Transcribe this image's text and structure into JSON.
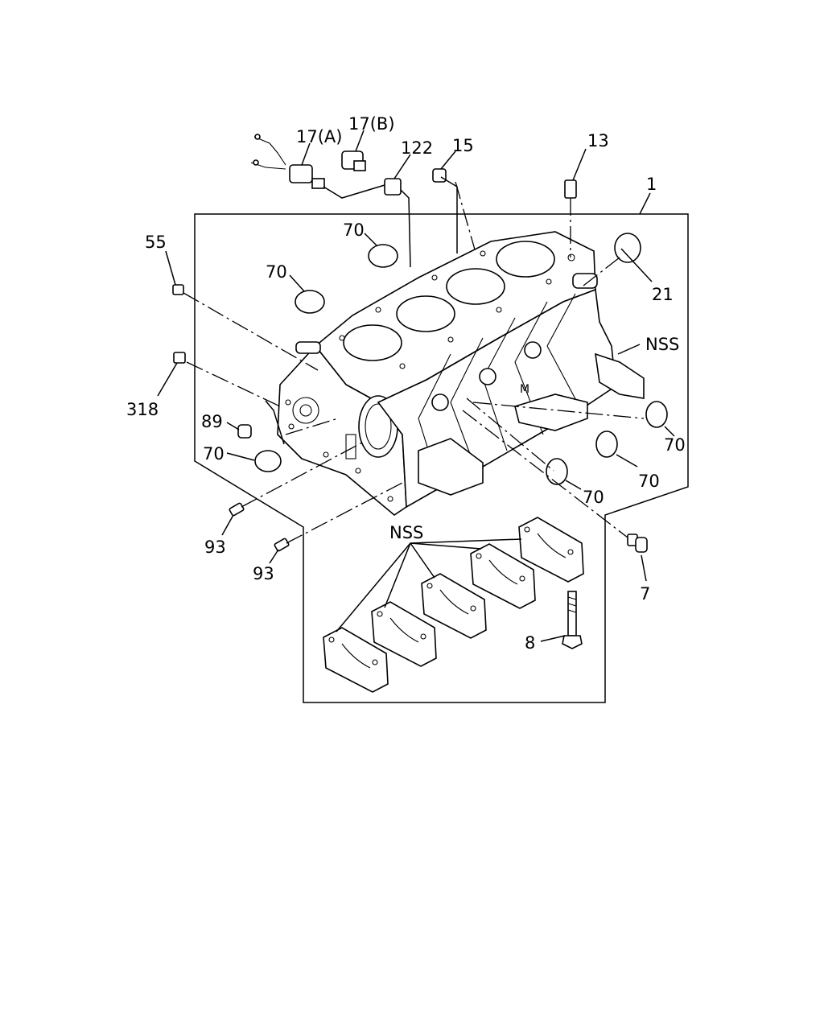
{
  "diagram": {
    "callouts": {
      "c1": "1",
      "c7": "7",
      "c8": "8",
      "c13": "13",
      "c15": "15",
      "c17a": "17(A)",
      "c17b": "17(B)",
      "c21": "21",
      "c55": "55",
      "c70_top": "70",
      "c70_mid": "70",
      "c70_left": "70",
      "c70_r1": "70",
      "c70_r2": "70",
      "c70_r3": "70",
      "c89": "89",
      "c93_a": "93",
      "c93_b": "93",
      "c122": "122",
      "c318": "318",
      "nss_block": "NSS",
      "nss_caps": "NSS"
    }
  }
}
